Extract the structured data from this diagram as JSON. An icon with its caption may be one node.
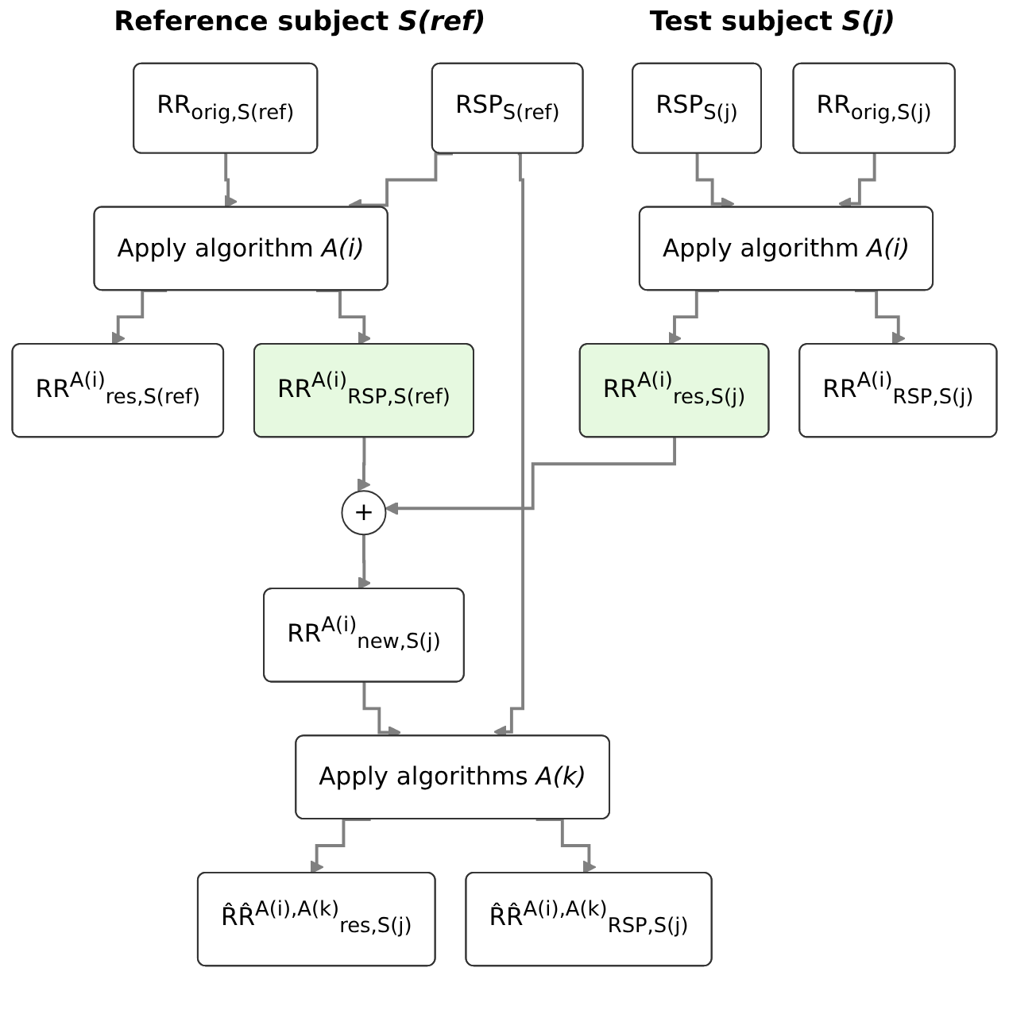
{
  "diagram": {
    "nodes": [
      {
        "text": [
          "RSP$_{S(ref)}$"
        ]
      },
      {
        "text": [
          "RR$_{orig,S(ref)}$"
        ]
      },
      {
        "text": [
          "RSP$_{S(j)}$"
        ]
      },
      {
        "text": [
          "RR$_{orig,S(j)}$"
        ]
      },
      {
        "text": [
          "Apply algorithm *A(i)*"
        ]
      },
      {
        "text": [
          "Apply algorithm *A(i)*"
        ]
      },
      {
        "text": [
          "RR$^{A(i)}$$_{res,S(ref)}$"
        ]
      },
      {
        "text": [
          "RR$^{A(i)}$$_{RSP,S(ref)}$"
        ]
      },
      {
        "text": [
          "RR$^{A(i)}$$_{res,S(j)}$"
        ]
      },
      {
        "text": [
          "RR$^{A(i)}$$_{RSP,S(j)}$"
        ]
      },
      {
        "text": [
          "+"
        ]
      },
      {
        "text": [
          "RR$^{A(i)}$$_{new,S(j)}$"
        ]
      },
      {
        "text": [
          "Apply algorithms *A(k)*"
        ]
      },
      {
        "text": [
          "R̂R̂$^{A(i),A(k)}$$_{res,S(j)}$"
        ]
      },
      {
        "text": [
          "R̂R̂$^{A(i),A(k)}$$_{RSP,S(j)}$"
        ]
      }
    ],
    "edges": [
      {
        "from": 0,
        "to": 4,
        "arrow": "to"
      },
      {
        "from": 1,
        "to": 4,
        "arrow": "to"
      },
      {
        "from": 2,
        "to": 5,
        "arrow": "to"
      },
      {
        "from": 3,
        "to": 5,
        "arrow": "to"
      },
      {
        "from": 4,
        "to": 6,
        "arrow": "to"
      },
      {
        "from": 4,
        "to": 7,
        "arrow": "to"
      },
      {
        "from": 5,
        "to": 8,
        "arrow": "to"
      },
      {
        "from": 5,
        "to": 9,
        "arrow": "to"
      },
      {
        "from": 7,
        "to": 10,
        "arrow": "to"
      },
      {
        "from": 8,
        "to": 10,
        "arrow": "to"
      },
      {
        "from": 10,
        "to": 11,
        "arrow": "to"
      },
      {
        "from": 11,
        "to": 12,
        "arrow": "to"
      },
      {
        "from": 0,
        "to": 12,
        "arrow": "to"
      },
      {
        "from": 12,
        "to": 13,
        "arrow": "to"
      },
      {
        "from": 12,
        "to": 14,
        "arrow": "to"
      }
    ],
    "labels": [
      "Reference subject *S(ref)*",
      "Test subject *S(j)*"
    ]
  }
}
